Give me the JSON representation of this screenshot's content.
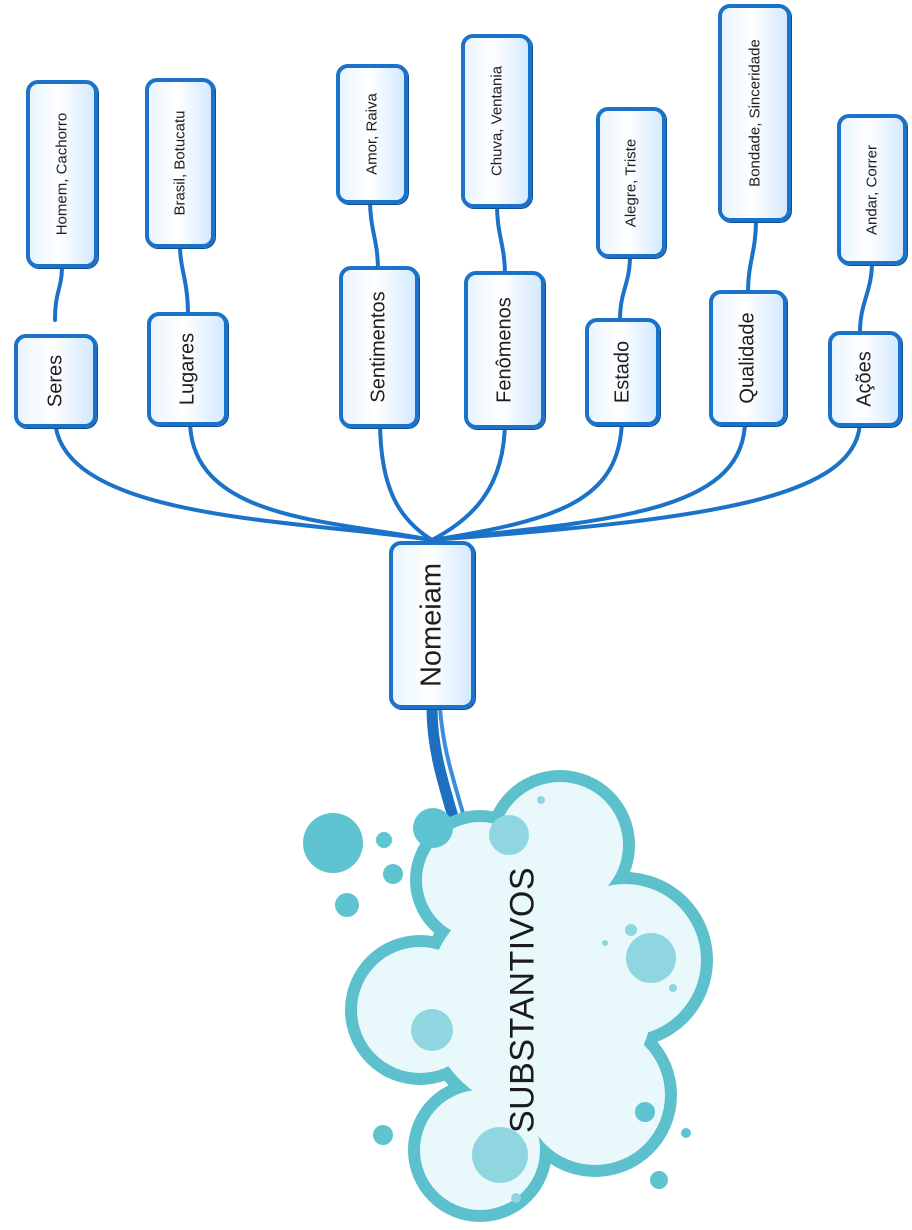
{
  "topic": "SUBSTANTIVOS",
  "root": "Nomeiam",
  "branches": [
    {
      "category": "Seres",
      "examples": "Homem, Cachorro"
    },
    {
      "category": "Lugares",
      "examples": "Brasil, Botucatu"
    },
    {
      "category": "Sentimentos",
      "examples": "Amor, Raiva"
    },
    {
      "category": "Fenômenos",
      "examples": "Chuva, Ventania"
    },
    {
      "category": "Estado",
      "examples": "Alegre, Triste"
    },
    {
      "category": "Qualidade",
      "examples": "Bondade, Sinceridade"
    },
    {
      "category": "Ações",
      "examples": "Andar, Correr"
    }
  ],
  "colors": {
    "line": "#1a73c9",
    "cloud_border": "#5cc0cd",
    "cloud_fill": "#e8f8fb",
    "bubble": "#5ec4d1"
  }
}
